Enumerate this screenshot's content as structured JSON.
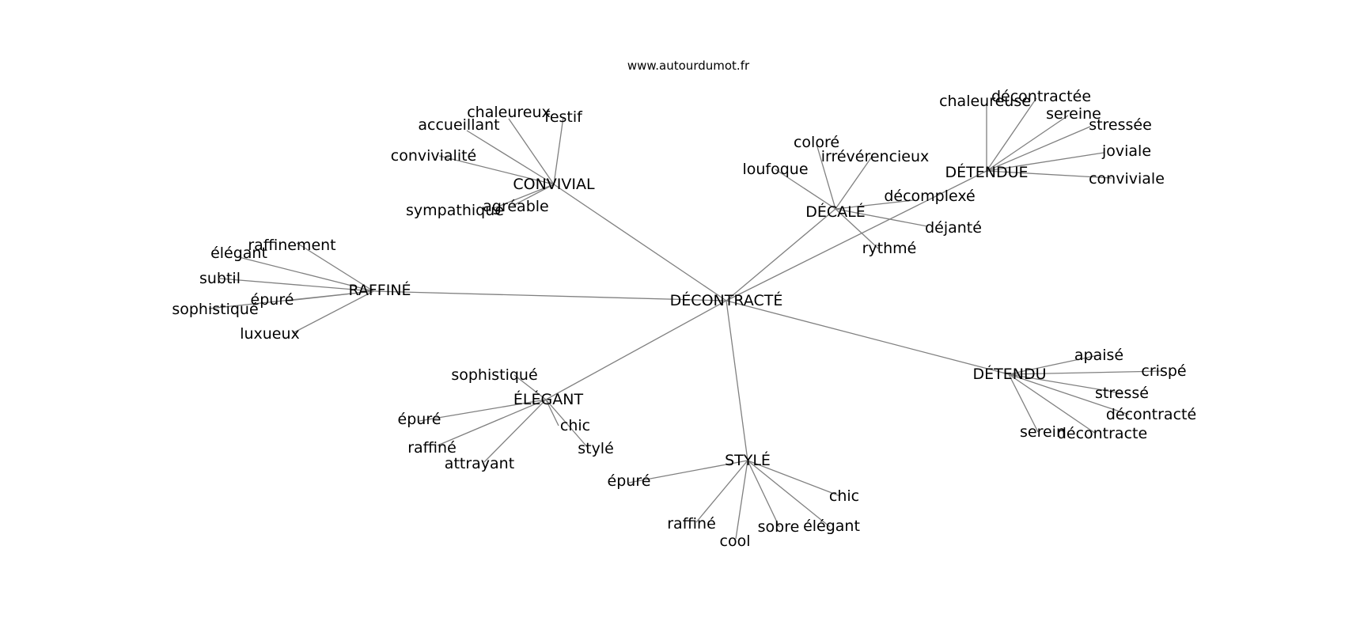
{
  "source": "www.autourdumot.fr",
  "center": "DÉCONTRACTÉ",
  "clusters": [
    {
      "label": "CONVIVIAL",
      "words": [
        "chaleureux",
        "festif",
        "accueillant",
        "convivialité",
        "sympathique",
        "agréable"
      ]
    },
    {
      "label": "DÉCALÉ",
      "words": [
        "coloré",
        "irrévérencieux",
        "loufoque",
        "rythmé",
        "déjanté",
        "décomplexé"
      ]
    },
    {
      "label": "DÉTENDUE",
      "words": [
        "chaleureuse",
        "décontractée",
        "sereine",
        "stressée",
        "joviale",
        "conviviale"
      ]
    },
    {
      "label": "RAFFINÉ",
      "words": [
        "raffinement",
        "élégant",
        "subtil",
        "épuré",
        "sophistiqué",
        "luxueux"
      ]
    },
    {
      "label": "ÉLÉGANT",
      "words": [
        "sophistiqué",
        "épuré",
        "chic",
        "stylé",
        "raffiné",
        "attrayant"
      ]
    },
    {
      "label": "STYLÉ",
      "words": [
        "épuré",
        "chic",
        "raffiné",
        "cool",
        "sobre",
        "élégant"
      ]
    },
    {
      "label": "DÉTENDU",
      "words": [
        "apaisé",
        "crispé",
        "stressé",
        "décontracté",
        "serein",
        "décontracte"
      ]
    }
  ]
}
